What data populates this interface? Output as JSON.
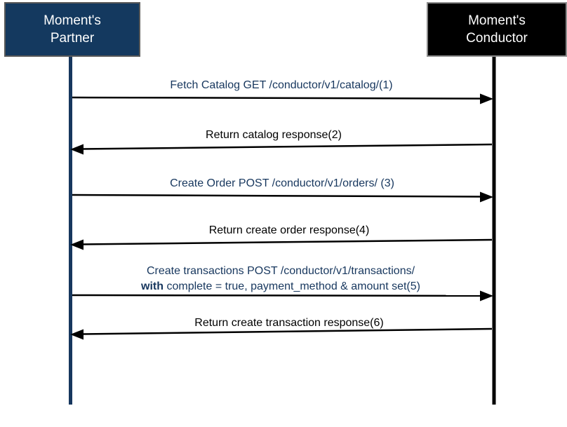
{
  "diagram": {
    "type": "sequence-diagram",
    "actors": [
      {
        "id": "partner",
        "line1": "Moment's",
        "line2": "Partner"
      },
      {
        "id": "conductor",
        "line1": "Moment's",
        "line2": "Conductor"
      }
    ],
    "messages": [
      {
        "text": "Fetch Catalog GET /conductor/v1/catalog/(1)",
        "from": "partner",
        "to": "conductor",
        "direction": "right",
        "color": "#17375E"
      },
      {
        "text": "Return catalog response(2)",
        "from": "conductor",
        "to": "partner",
        "direction": "left",
        "color": "#000000"
      },
      {
        "text": "Create Order POST /conductor/v1/orders/ (3)",
        "from": "partner",
        "to": "conductor",
        "direction": "right",
        "color": "#17375E"
      },
      {
        "text": "Return create order response(4)",
        "from": "conductor",
        "to": "partner",
        "direction": "left",
        "color": "#000000"
      },
      {
        "line1": "Create transactions POST /conductor/v1/transactions/",
        "line2_bold": "with",
        "line2_rest": " complete = true, payment_method & amount set(5)",
        "from": "partner",
        "to": "conductor",
        "direction": "right",
        "color": "#17375E"
      },
      {
        "text": "Return create transaction response(6)",
        "from": "conductor",
        "to": "partner",
        "direction": "left",
        "color": "#000000"
      }
    ],
    "colors": {
      "partner_box_fill": "#14395F",
      "conductor_box_fill": "#000000",
      "partner_lifeline": "#17375E",
      "conductor_lifeline": "#000000",
      "request_text": "#17375E",
      "response_text": "#000000",
      "arrow": "#000000"
    }
  }
}
